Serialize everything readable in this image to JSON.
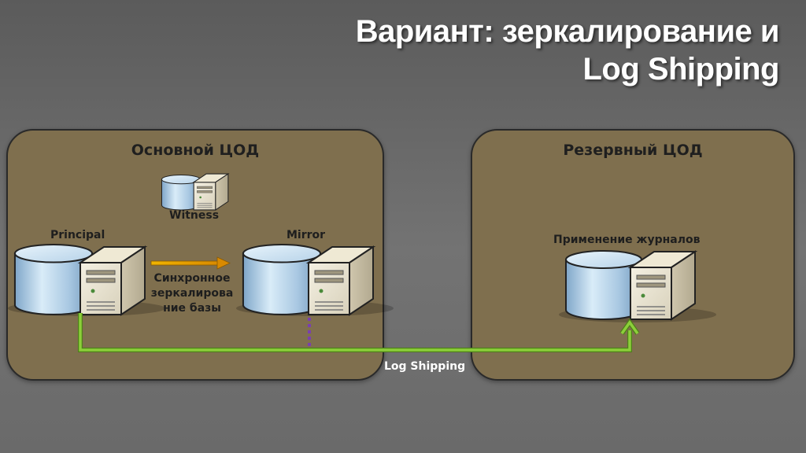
{
  "title": {
    "line1": "Вариант: зеркалирование и",
    "line2": "Log Shipping"
  },
  "primary_dc": {
    "title": "Основной ЦОД",
    "witness_label": "Witness",
    "principal_label": "Principal",
    "mirror_label": "Mirror",
    "sync_label": "Синхронное\nзеркалирова\nние базы"
  },
  "reserve_dc": {
    "title": "Резервный ЦОД",
    "apply_label": "Применение журналов"
  },
  "log_shipping_label": "Log Shipping",
  "colors": {
    "box_fill": "#7f6f4e",
    "arrow_sync": "#e8a400",
    "arrow_log": "#8ccf3a",
    "dotted_link": "#7a3fb0"
  }
}
